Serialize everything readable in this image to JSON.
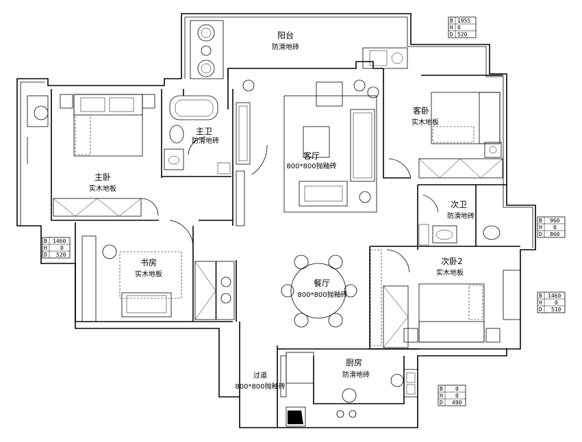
{
  "rooms": [
    {
      "id": "balcony",
      "name": "阳台",
      "floor": "防滑地砖"
    },
    {
      "id": "master-bedroom",
      "name": "主卧",
      "floor": "实木地板"
    },
    {
      "id": "master-bath",
      "name": "主卫",
      "floor": "防滑地砖"
    },
    {
      "id": "living-room",
      "name": "客厅",
      "floor": "800*800抛釉砖"
    },
    {
      "id": "guest-bedroom",
      "name": "客卧",
      "floor": "实木地板"
    },
    {
      "id": "second-bath",
      "name": "次卫",
      "floor": "防滑地砖"
    },
    {
      "id": "study",
      "name": "书房",
      "floor": "实木地板"
    },
    {
      "id": "dining-room",
      "name": "餐厅",
      "floor": "800*800抛釉砖"
    },
    {
      "id": "second-bedroom-2",
      "name": "次卧2",
      "floor": "实木地板"
    },
    {
      "id": "kitchen",
      "name": "厨房",
      "floor": "防滑地砖"
    },
    {
      "id": "corridor",
      "name": "过道",
      "floor": "800*800抛釉砖"
    }
  ],
  "window_tags": [
    {
      "id": "tag-top-right",
      "B": "1955",
      "H": "0",
      "D": "520"
    },
    {
      "id": "tag-right-upper",
      "B": "960",
      "H": "0",
      "D": "860"
    },
    {
      "id": "tag-left",
      "B": "1460",
      "H": "0",
      "D": "520"
    },
    {
      "id": "tag-right-middle",
      "B": "1460",
      "H": "0",
      "D": "510"
    },
    {
      "id": "tag-bottom-right",
      "B": "0",
      "H": "0",
      "D": "490"
    }
  ],
  "tag_keys": [
    "B",
    "H",
    "D"
  ]
}
